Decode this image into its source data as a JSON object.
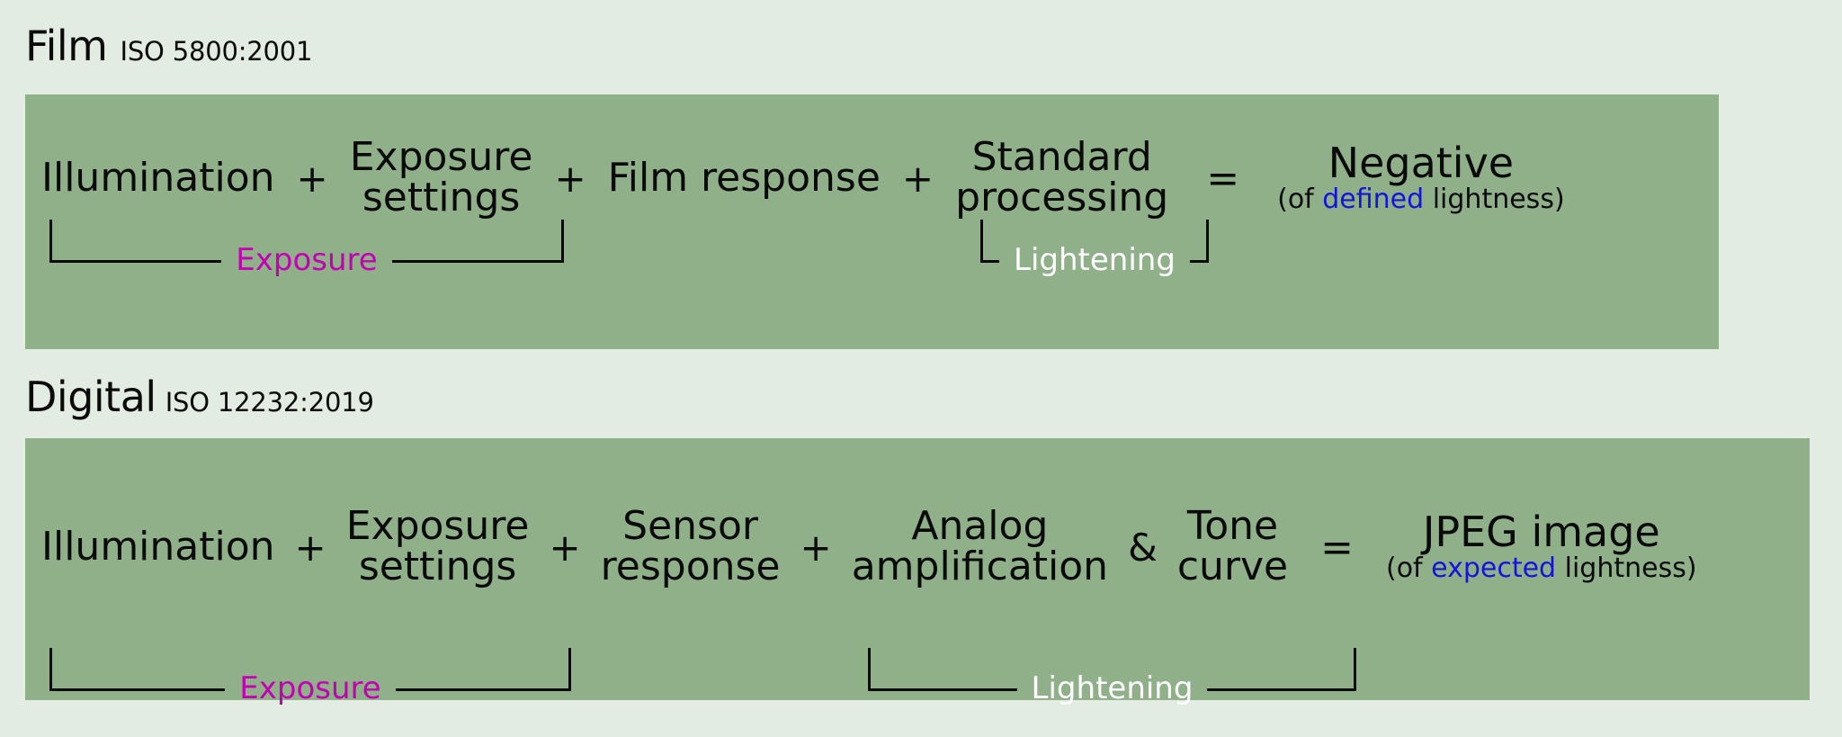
{
  "page": {
    "background_color": "#e2ece2",
    "panel_color": "#8fb089",
    "accent_magenta": "#c400b4",
    "accent_blue": "#1414dc",
    "accent_white": "#ffffff"
  },
  "sections": [
    {
      "id": "film",
      "title": "Film",
      "standard": "ISO 5800:2001",
      "equation": {
        "terms": [
          {
            "lines": [
              "Illumination"
            ]
          },
          {
            "op": "+"
          },
          {
            "lines": [
              "Exposure",
              "settings"
            ]
          },
          {
            "op": "+"
          },
          {
            "lines": [
              "Film response"
            ]
          },
          {
            "op": "+"
          },
          {
            "lines": [
              "Standard",
              "processing"
            ]
          },
          {
            "op": "="
          }
        ],
        "result": {
          "main": "Negative",
          "sub_prefix": "(of ",
          "sub_highlight": "defined",
          "sub_suffix": " lightness)"
        }
      },
      "braces": [
        {
          "label": "Exposure",
          "color": "magenta"
        },
        {
          "label": "Lightening",
          "color": "white"
        }
      ]
    },
    {
      "id": "digital",
      "title": "Digital",
      "standard": "ISO 12232:2019",
      "equation": {
        "terms": [
          {
            "lines": [
              "Illumination"
            ]
          },
          {
            "op": "+"
          },
          {
            "lines": [
              "Exposure",
              "settings"
            ]
          },
          {
            "op": "+"
          },
          {
            "lines": [
              "Sensor",
              "response"
            ]
          },
          {
            "op": "+"
          },
          {
            "lines": [
              "Analog",
              "amplification"
            ]
          },
          {
            "op": "&"
          },
          {
            "lines": [
              "Tone",
              "curve"
            ]
          },
          {
            "op": "="
          }
        ],
        "result": {
          "main": "JPEG image",
          "sub_prefix": "(of ",
          "sub_highlight": "expected",
          "sub_suffix": " lightness)"
        }
      },
      "braces": [
        {
          "label": "Exposure",
          "color": "magenta"
        },
        {
          "label": "Lightening",
          "color": "white"
        }
      ]
    }
  ]
}
